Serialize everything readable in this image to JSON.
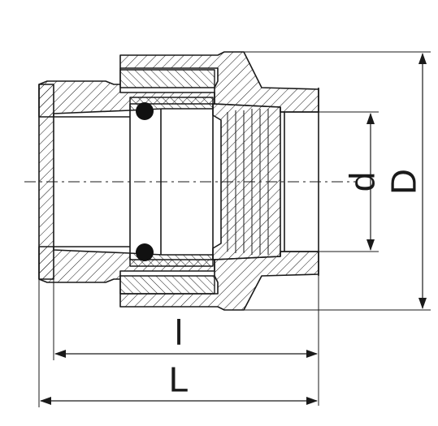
{
  "dimensions": {
    "inner_length": "l",
    "total_length": "L",
    "inner_diameter": "d",
    "outer_diameter": "D"
  },
  "colors": {
    "line": "#1a1a1a",
    "background": "#ffffff",
    "seal": "#111111"
  },
  "icons": {
    "seal": "o-ring-seal"
  }
}
